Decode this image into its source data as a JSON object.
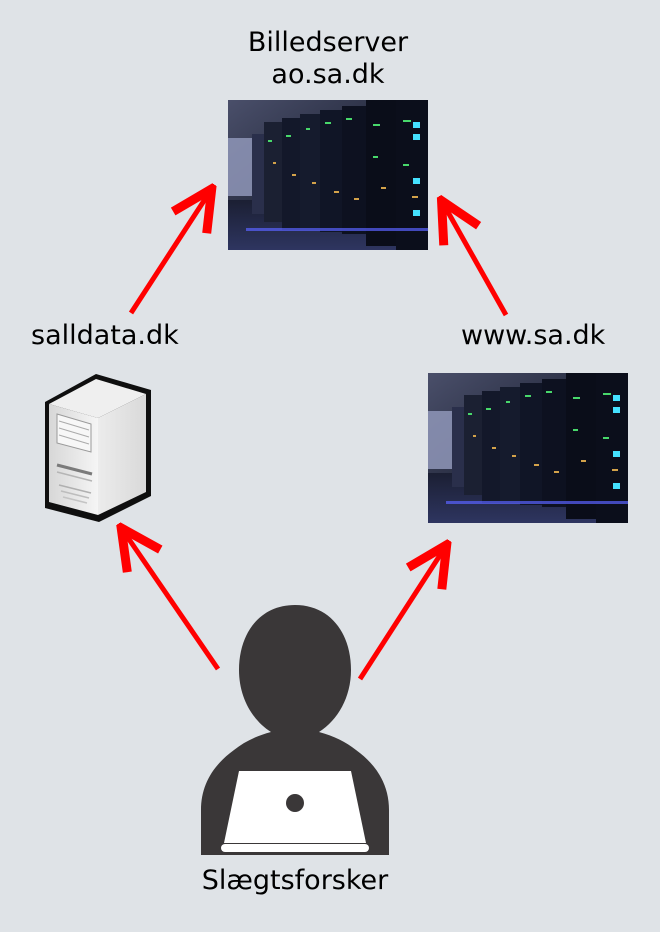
{
  "labels": {
    "top_server_line1": "Billedserver",
    "top_server_line2": "ao.sa.dk",
    "left_site": "salldata.dk",
    "right_site": "www.sa.dk",
    "person": "Slægtsforsker"
  },
  "icons": {
    "top_server": "server-room-photo",
    "right_server": "server-room-photo",
    "left_server": "tower-server-icon",
    "person": "person-with-laptop-icon",
    "arrows": "red-arrow-icon"
  },
  "colors": {
    "background": "#dfe3e7",
    "arrow": "#ff0000",
    "text": "#000000",
    "silhouette": "#3a3738"
  }
}
